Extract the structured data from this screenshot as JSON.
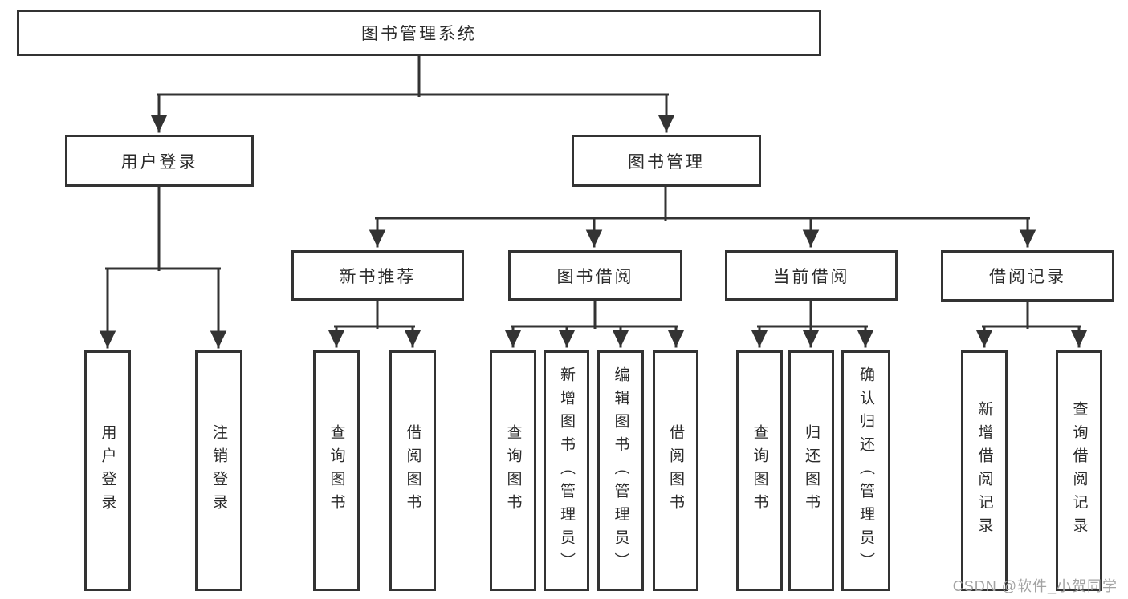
{
  "diagram": {
    "title": "图书管理系统",
    "type": "hierarchy-tree",
    "colors": {
      "line": "#333333",
      "box_border": "#333333",
      "box_fill": "#ffffff",
      "text": "#2b2b2b",
      "watermark": "#a3a3a3"
    },
    "nodes": {
      "root": "图书管理系统",
      "user_login": "用户登录",
      "book_mgmt": "图书管理",
      "new_book_rec": "新书推荐",
      "book_borrow": "图书借阅",
      "current_borrow": "当前借阅",
      "borrow_records": "借阅记录",
      "ul_login": "用户登录",
      "ul_logout": "注销登录",
      "nb_query": "查询图书",
      "nb_borrow": "借阅图书",
      "bb_query": "查询图书",
      "bb_add": "新增图书（管理员）",
      "bb_edit": "编辑图书（管理员）",
      "bb_borrow": "借阅图书",
      "cb_query": "查询图书",
      "cb_return": "归还图书",
      "cb_confirm": "确认归还（管理员）",
      "br_add": "新增借阅记录",
      "br_query": "查询借阅记录"
    },
    "edges": [
      [
        "root",
        "user_login"
      ],
      [
        "root",
        "book_mgmt"
      ],
      [
        "user_login",
        "ul_login"
      ],
      [
        "user_login",
        "ul_logout"
      ],
      [
        "book_mgmt",
        "new_book_rec"
      ],
      [
        "book_mgmt",
        "book_borrow"
      ],
      [
        "book_mgmt",
        "current_borrow"
      ],
      [
        "book_mgmt",
        "borrow_records"
      ],
      [
        "new_book_rec",
        "nb_query"
      ],
      [
        "new_book_rec",
        "nb_borrow"
      ],
      [
        "book_borrow",
        "bb_query"
      ],
      [
        "book_borrow",
        "bb_add"
      ],
      [
        "book_borrow",
        "bb_edit"
      ],
      [
        "book_borrow",
        "bb_borrow"
      ],
      [
        "current_borrow",
        "cb_query"
      ],
      [
        "current_borrow",
        "cb_return"
      ],
      [
        "current_borrow",
        "cb_confirm"
      ],
      [
        "borrow_records",
        "br_add"
      ],
      [
        "borrow_records",
        "br_query"
      ]
    ],
    "watermark": "CSDN @软件_小贺同学"
  }
}
